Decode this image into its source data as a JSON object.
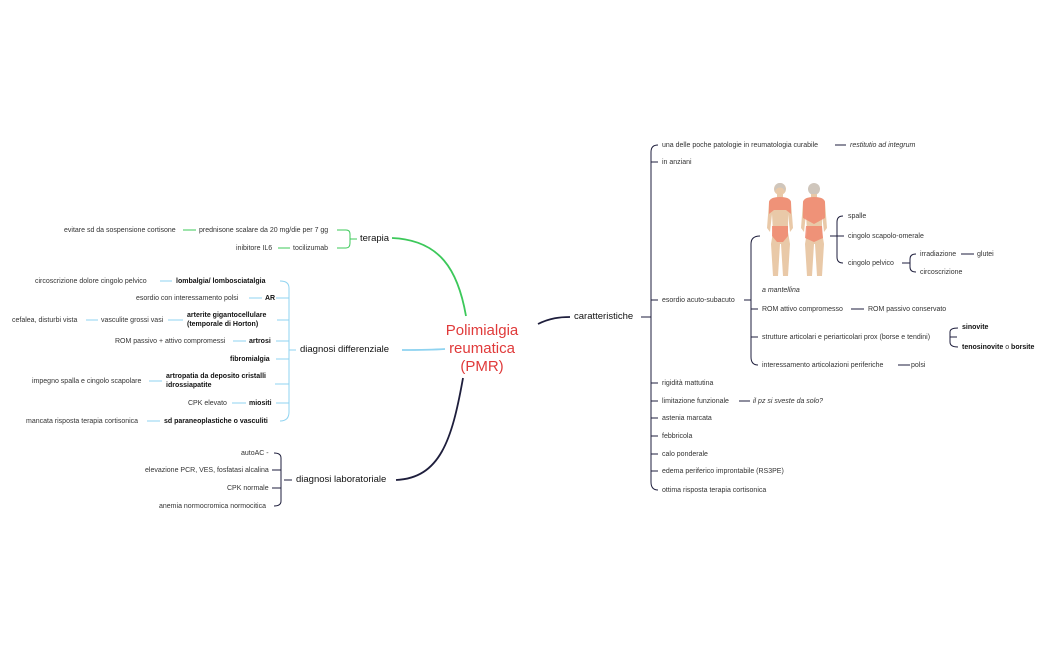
{
  "central": {
    "line1": "Polimialgia",
    "line2": "reumatica",
    "line3": "(PMR)"
  },
  "colors": {
    "central": "#e03a3a",
    "terapia": "#3cc85a",
    "diagnosi_differenziale": "#8fd3f0",
    "diagnosi_laboratoriale": "#1e1e3c",
    "caratteristiche": "#1e1e3c"
  },
  "terapia": {
    "label": "terapia",
    "items": [
      {
        "text": "prednisone scalare da 20 mg/die per 7 gg",
        "child": "evitare sd da sospensione cortisone"
      },
      {
        "text": "tocilizumab",
        "child": "inibitore IL6"
      }
    ]
  },
  "diagnosi_differenziale": {
    "label": "diagnosi differenziale",
    "items": [
      {
        "text": "lombalgia/ lombosciatalgia",
        "child": "circoscrizione dolore cingolo pelvico"
      },
      {
        "text": "AR",
        "child": "esordio con interessamento polsi"
      },
      {
        "text_line1": "arterite gigantocellulare",
        "text_line2": "(temporale di Horton)",
        "child": "vasculite grossi vasi",
        "grandchild": "cefalea, disturbi vista"
      },
      {
        "text": "artrosi",
        "child": "ROM passivo + attivo compromessi"
      },
      {
        "text": "fibromialgia"
      },
      {
        "text_line1": "artropatia da deposito cristalli",
        "text_line2": "idrossiapatite",
        "child": "impegno spalla e cingolo scapolare"
      },
      {
        "text": "miositi",
        "child": "CPK elevato"
      },
      {
        "text": "sd paraneoplastiche o vasculiti",
        "child": "mancata risposta terapia cortisonica"
      }
    ]
  },
  "diagnosi_laboratoriale": {
    "label": "diagnosi laboratoriale",
    "items": [
      "autoAC -",
      "elevazione PCR, VES, fosfatasi alcalina",
      "CPK normale",
      "anemia normocromica normocitica"
    ]
  },
  "caratteristiche": {
    "label": "caratteristiche",
    "curabile": {
      "text": "una delle poche patologie in reumatologia curabile",
      "child": "restitutio ad integrum"
    },
    "anziani": "in anziani",
    "esordio": {
      "text": "esordio acuto-subacuto",
      "image_caption": "a mantellina",
      "sedi": {
        "spalle": "spalle",
        "cingolo_scapolo": "cingolo scapolo-omerale",
        "cingolo_pelvico": "cingolo pelvico",
        "irradiazione": "irradiazione",
        "glutei": "glutei",
        "circoscrizione": "circoscrizione"
      },
      "rom": {
        "text": "ROM attivo compromesso",
        "child": "ROM passivo conservato"
      },
      "strutture": {
        "text": "strutture articolari e periarticolari prox (borse e tendini)",
        "child1": "sinovite",
        "child2_a": "tenosinovite",
        "child2_b": "o",
        "child2_c": "borsite"
      },
      "periferiche": {
        "text": "interessamento articolazioni periferiche",
        "child": "polsi"
      }
    },
    "rigidita": "rigidità mattutina",
    "limitazione": {
      "text": "limitazione funzionale",
      "child": "il pz si sveste da solo?"
    },
    "astenia": "astenia marcata",
    "febbricola": "febbricola",
    "calo": "calo ponderale",
    "edema": "edema periferico improntabile (RS3PE)",
    "risposta": "ottima risposta terapia cortisonica"
  }
}
